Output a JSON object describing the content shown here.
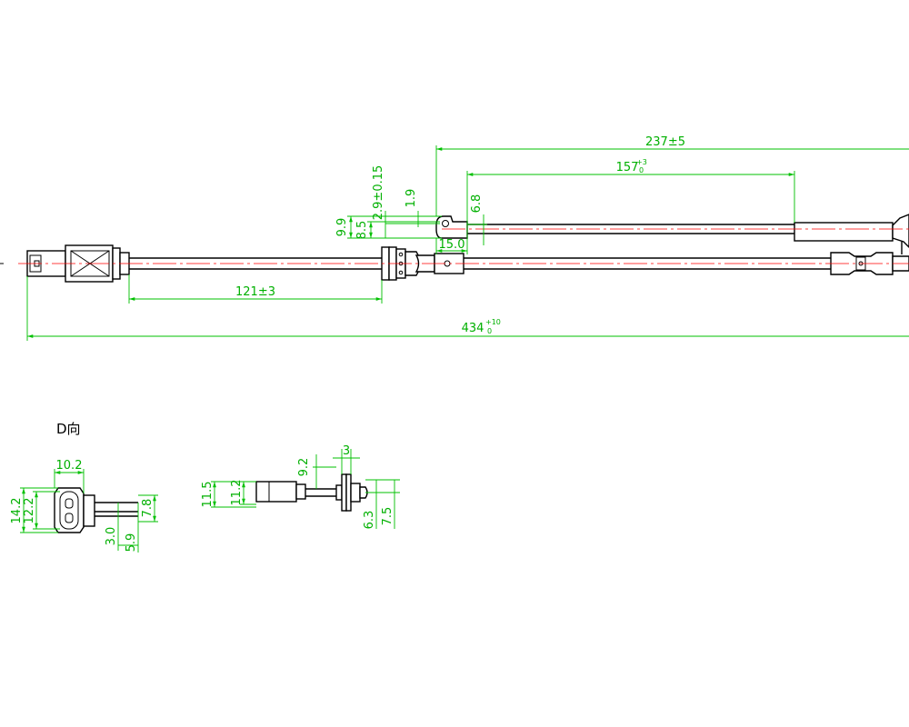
{
  "dimensions": {
    "overall_length": "434",
    "overall_tol_upper": "+10",
    "overall_tol_lower": "0",
    "branch_length": "237±5",
    "sleeve_offset": "157",
    "sleeve_tol_upper": "+3",
    "sleeve_tol_lower": "0",
    "connector_to_grommet": "121±3",
    "clip_h_99": "9.9",
    "clip_h_85": "8.5",
    "clip_h_29": "2.9±0.15",
    "clip_h_19": "1.9",
    "clip_h_68": "6.8",
    "clip_w_150": "15.0"
  },
  "view_d": {
    "label": "D向",
    "width_102": "10.2",
    "height_142": "14.2",
    "height_122": "12.2",
    "pin_30": "3.0",
    "pin_59": "5.9",
    "pin_78": "7.8"
  },
  "probe_view": {
    "d_115": "11.5",
    "d_112": "11.2",
    "d_92": "9.2",
    "w_3": "3",
    "d_63": "6.3",
    "d_75": "7.5"
  }
}
